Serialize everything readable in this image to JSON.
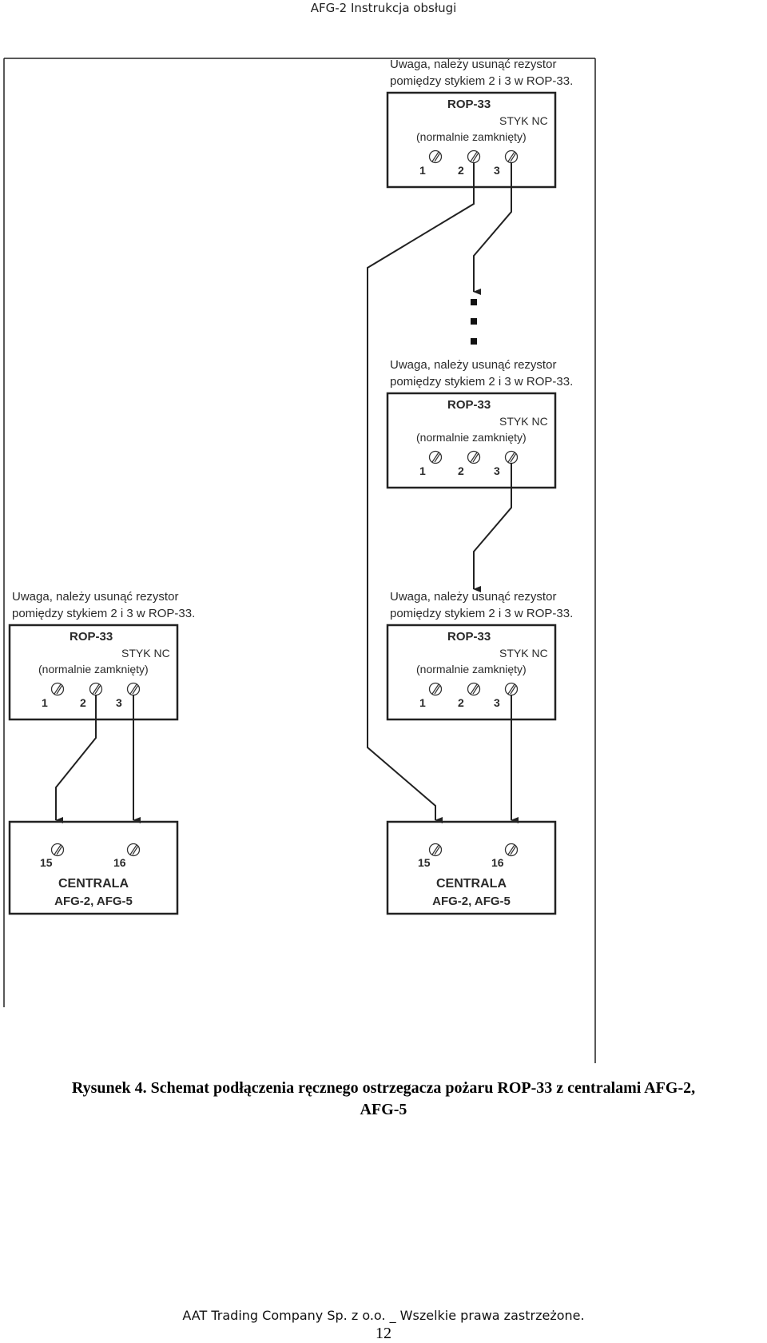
{
  "header": {
    "title": "AFG-2 Instrukcja obsługi"
  },
  "diagram": {
    "note_line1": "Uwaga, należy usunąć rezystor",
    "note_line2": "pomiędzy stykiem 2 i 3 w ROP-33.",
    "rop_title": "ROP-33",
    "contact_type": "STYK NC",
    "contact_desc": "(normalnie zamknięty)",
    "rop_terminals": [
      "1",
      "2",
      "3"
    ],
    "panel_terminals": [
      "15",
      "16"
    ],
    "panel_title": "CENTRALA",
    "panel_models": "AFG-2, AFG-5"
  },
  "caption": {
    "line1": "Rysunek 4. Schemat podłączenia ręcznego ostrzegacza pożaru ROP-33 z centralami AFG-2,",
    "line2": "AFG-5"
  },
  "footer": {
    "copyright": "AAT Trading Company Sp. z o.o. _ Wszelkie prawa zastrzeżone.",
    "page_number": "12"
  }
}
